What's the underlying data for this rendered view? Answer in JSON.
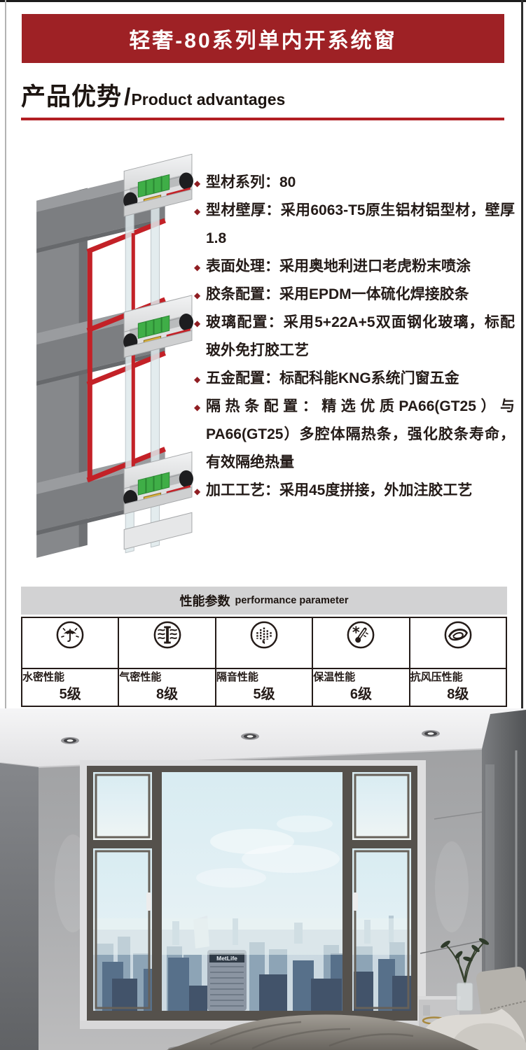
{
  "banner": {
    "title": "轻奢-80系列单内开系统窗"
  },
  "section_header": {
    "title_cn": "产品优势",
    "slash": "/",
    "title_en": "Product advantages"
  },
  "advantages": [
    {
      "text": "型材系列：80"
    },
    {
      "text": "型材壁厚：采用6063-T5原生铝材铝型材，壁厚1.8"
    },
    {
      "text": "表面处理：采用奥地利进口老虎粉末喷涂"
    },
    {
      "text": "胶条配置：采用EPDM一体硫化焊接胶条"
    },
    {
      "text": "玻璃配置：采用5+22A+5双面钢化玻璃，标配玻外免打胶工艺"
    },
    {
      "text": "五金配置：标配科能KNG系统门窗五金"
    },
    {
      "text": "隔热条配置：精选优质PA66(GT25）与PA66(GT25）多腔体隔热条，强化胶条寿命，有效隔绝热量"
    },
    {
      "text": "加工工艺：采用45度拼接，外加注胶工艺"
    }
  ],
  "performance": {
    "title_cn": "性能参数",
    "title_en": "performance parameter",
    "columns": [
      {
        "icon": "water-tightness-icon",
        "label": "水密性能",
        "value": "5级"
      },
      {
        "icon": "air-tightness-icon",
        "label": "气密性能",
        "value": "8级"
      },
      {
        "icon": "sound-insulation-icon",
        "label": "隔音性能",
        "value": "5级"
      },
      {
        "icon": "thermal-insulation-icon",
        "label": "保温性能",
        "value": "6级"
      },
      {
        "icon": "wind-pressure-icon",
        "label": "抗风压性能",
        "value": "8级"
      }
    ]
  },
  "photo": {
    "building_sign": "MetLife"
  },
  "colors": {
    "accent_red": "#9e2125",
    "rule_red": "#b21e23",
    "bullet_red": "#8f1d22",
    "ink": "#241b18",
    "table_header_grey": "#d2d2d3"
  }
}
